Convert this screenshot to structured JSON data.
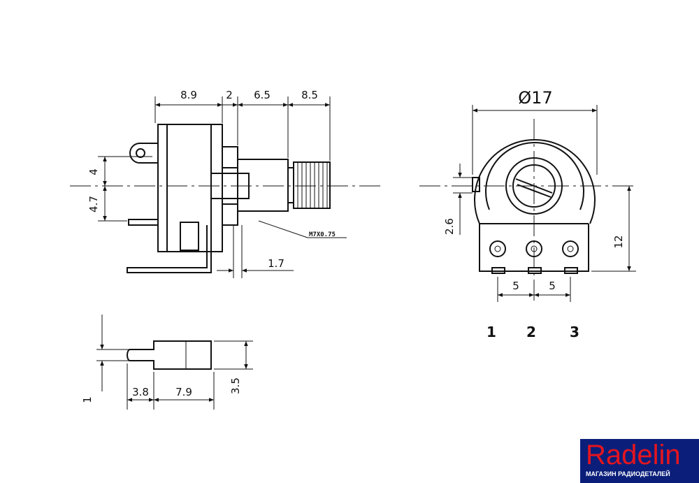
{
  "side_view": {
    "dimensions": [
      "8.9",
      "2",
      "6.5",
      "8.5",
      "4",
      "4.7",
      "1.7"
    ],
    "thread_label": "M7X0.75"
  },
  "front_view": {
    "diameter_label": "Ø17",
    "dimensions": [
      "2.6",
      "12",
      "5",
      "5"
    ],
    "pin_labels": [
      "1",
      "2",
      "3"
    ]
  },
  "terminal_view": {
    "dimensions": [
      "1",
      "3.8",
      "7.9",
      "3.5"
    ]
  },
  "logo": {
    "name": "Radelin",
    "tagline": "МАГАЗИН РАДИОДЕТАЛЕЙ",
    "colors": {
      "background": "#0b1f7a",
      "text": "#e4151f",
      "tagline": "#ffffff"
    }
  }
}
